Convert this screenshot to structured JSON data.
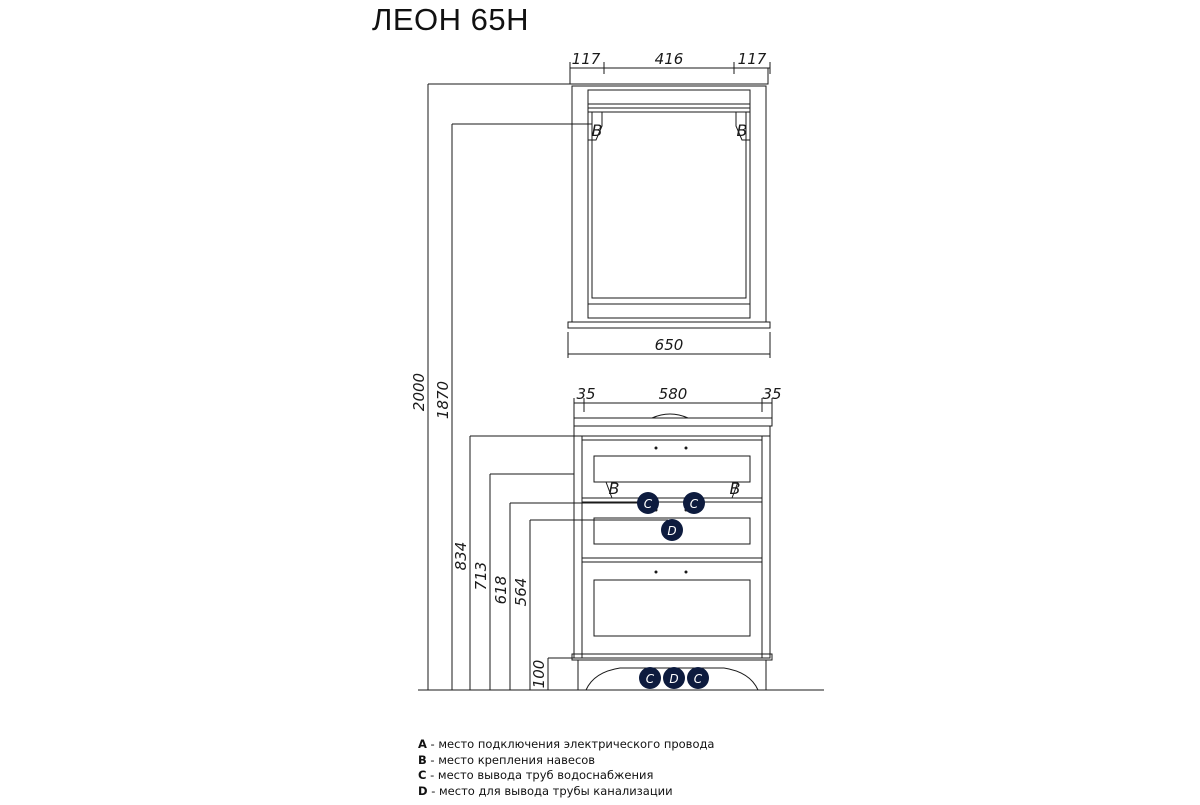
{
  "title": "ЛЕОН 65Н",
  "mirror": {
    "dims_top": {
      "left": "117",
      "middle": "416",
      "right": "117"
    },
    "dim_bottom": "650",
    "marker_left": "B",
    "marker_right": "B"
  },
  "cabinet": {
    "dims_top": {
      "left": "35",
      "middle": "580",
      "right": "35"
    },
    "markers": {
      "b_left": "B",
      "b_right": "B",
      "c1": "C",
      "c2": "C",
      "d_mid": "D",
      "c_bottom_left": "C",
      "d_bottom": "D",
      "c_bottom_right": "C"
    }
  },
  "heights": {
    "h2000": "2000",
    "h1870": "1870",
    "h834": "834",
    "h713": "713",
    "h618": "618",
    "h564": "564",
    "h100": "100"
  },
  "legend": [
    {
      "key": "A",
      "text": " - место подключения электрического провода"
    },
    {
      "key": "B",
      "text": " - место крепления навесов"
    },
    {
      "key": "C",
      "text": " - место вывода труб водоснабжения"
    },
    {
      "key": "D",
      "text": " - место для вывода трубы канализации"
    }
  ],
  "colors": {
    "line": "#1a1a1a",
    "marker_fill": "#0d1b3e"
  }
}
